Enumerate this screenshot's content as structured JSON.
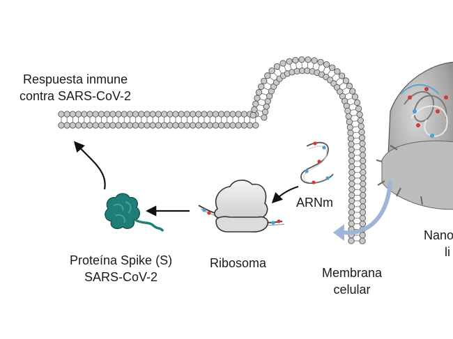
{
  "labels": {
    "immune_line1": "Respuesta inmune",
    "immune_line2": "contra SARS-CoV-2",
    "spike_line1": "Proteína Spike (S)",
    "spike_line2": "SARS-CoV-2",
    "ribosome": "Ribosoma",
    "mrna": "ARNm",
    "membrane_line1": "Membrana",
    "membrane_line2": "celular",
    "nano_line1": "Nano",
    "nano_line2": "li"
  },
  "colors": {
    "lipid_head": "#c9c9c9",
    "lipid_outline": "#555555",
    "spike_protein": "#1f7f78",
    "nanoparticle": "#8c8c8c",
    "mrna_red": "#d23a3a",
    "mrna_blue": "#4a9fd4",
    "arrow": "#111111",
    "entry_arrow": "#9fb4d6"
  }
}
